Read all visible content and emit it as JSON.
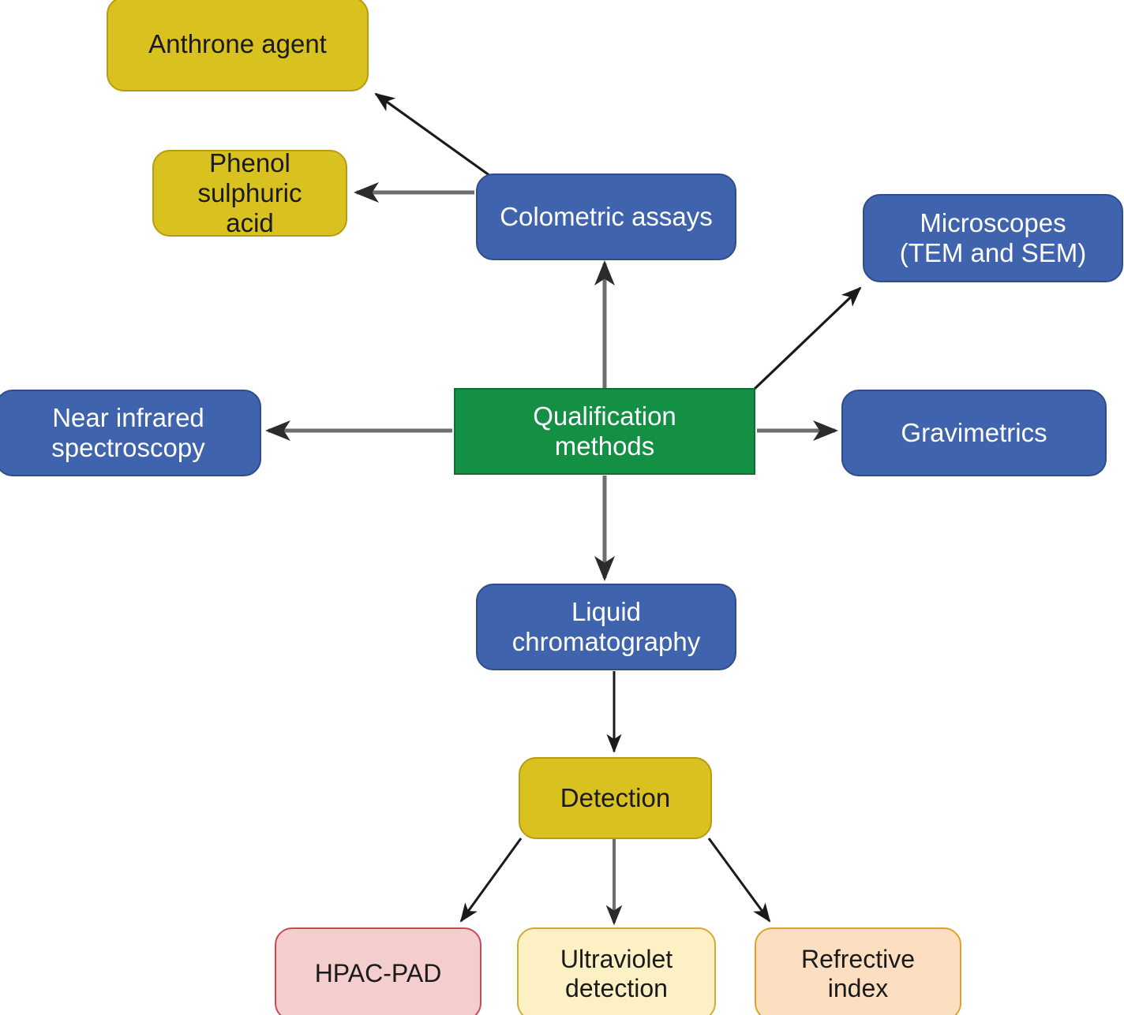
{
  "diagram": {
    "title": "Qualification methods flow diagram",
    "colors": {
      "gold": "#d9c220",
      "gold_border": "#b89c10",
      "blue": "#3f63ac",
      "blue_border": "#2f4d8c",
      "green": "#149044",
      "green_border": "#0d7135",
      "pink": "#f4cdcd",
      "pink_border": "#c64b53",
      "cream": "#fdf0c4",
      "cream_border": "#d2aa32",
      "peach": "#fbdfc0",
      "peach_border": "#e0a02a",
      "arrow_dark": "#1a1a1a",
      "arrow_gray": "#6e6e6e",
      "background": "#ffffff"
    },
    "nodes": [
      {
        "id": "anthrone",
        "label": "Anthrone agent",
        "style": "gold"
      },
      {
        "id": "phenol",
        "label": "Phenol\nsulphuric\nacid",
        "style": "gold"
      },
      {
        "id": "colometric",
        "label": "Colometric assays",
        "style": "blue"
      },
      {
        "id": "microscopes",
        "label": "Microscopes\n(TEM and SEM)",
        "style": "blue"
      },
      {
        "id": "nearinfrared",
        "label": "Near infrared\nspectroscopy",
        "style": "blue"
      },
      {
        "id": "qualification",
        "label": "Qualification\nmethods",
        "style": "green"
      },
      {
        "id": "gravimetrics",
        "label": "Gravimetrics",
        "style": "blue"
      },
      {
        "id": "liquidchrom",
        "label": "Liquid\nchromatography",
        "style": "blue"
      },
      {
        "id": "detection",
        "label": "Detection",
        "style": "gold"
      },
      {
        "id": "hpacpad",
        "label": "HPAC-PAD",
        "style": "pink"
      },
      {
        "id": "ultraviolet",
        "label": "Ultraviolet\ndetection",
        "style": "cream"
      },
      {
        "id": "refrective",
        "label": "Refrective\nindex",
        "style": "peach"
      }
    ],
    "edges": [
      {
        "from": "colometric",
        "to": "anthrone",
        "kind": "arrow-dark"
      },
      {
        "from": "colometric",
        "to": "phenol",
        "kind": "arrow-gray"
      },
      {
        "from": "qualification",
        "to": "colometric",
        "kind": "arrow-gray"
      },
      {
        "from": "qualification",
        "to": "microscopes",
        "kind": "arrow-dark"
      },
      {
        "from": "qualification",
        "to": "nearinfrared",
        "kind": "arrow-gray"
      },
      {
        "from": "qualification",
        "to": "gravimetrics",
        "kind": "arrow-gray"
      },
      {
        "from": "qualification",
        "to": "liquidchrom",
        "kind": "arrow-gray"
      },
      {
        "from": "liquidchrom",
        "to": "detection",
        "kind": "arrow-dark"
      },
      {
        "from": "detection",
        "to": "hpacpad",
        "kind": "arrow-dark"
      },
      {
        "from": "detection",
        "to": "ultraviolet",
        "kind": "arrow-gray"
      },
      {
        "from": "detection",
        "to": "refrective",
        "kind": "arrow-dark"
      }
    ]
  }
}
